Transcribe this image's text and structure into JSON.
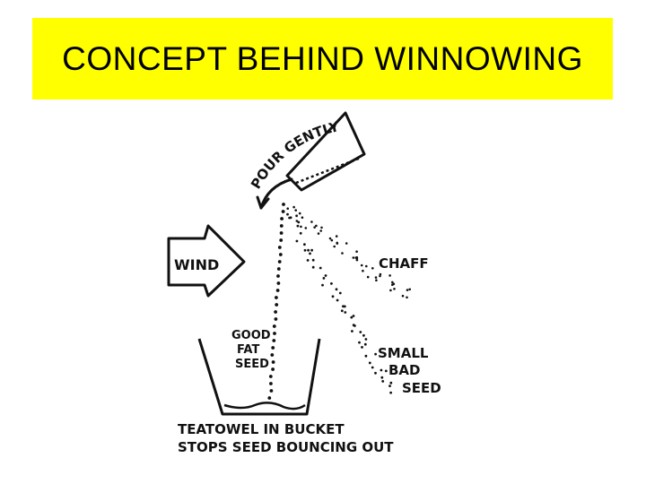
{
  "title": {
    "text": "CONCEPT BEHIND WINNOWING",
    "banner_color": "#ffff00"
  },
  "diagram": {
    "pour_label": "POUR GENTLY",
    "wind_label": "WIND",
    "chaff_label": "CHAFF",
    "small_bad_seed_lines": [
      "SMALL",
      "BAD",
      "SEED"
    ],
    "good_fat_seed_lines": [
      "GOOD",
      "FAT",
      "SEED"
    ],
    "caption_lines": [
      "TEATOWEL IN BUCKET",
      "STOPS SEED BOUNCING OUT"
    ]
  }
}
